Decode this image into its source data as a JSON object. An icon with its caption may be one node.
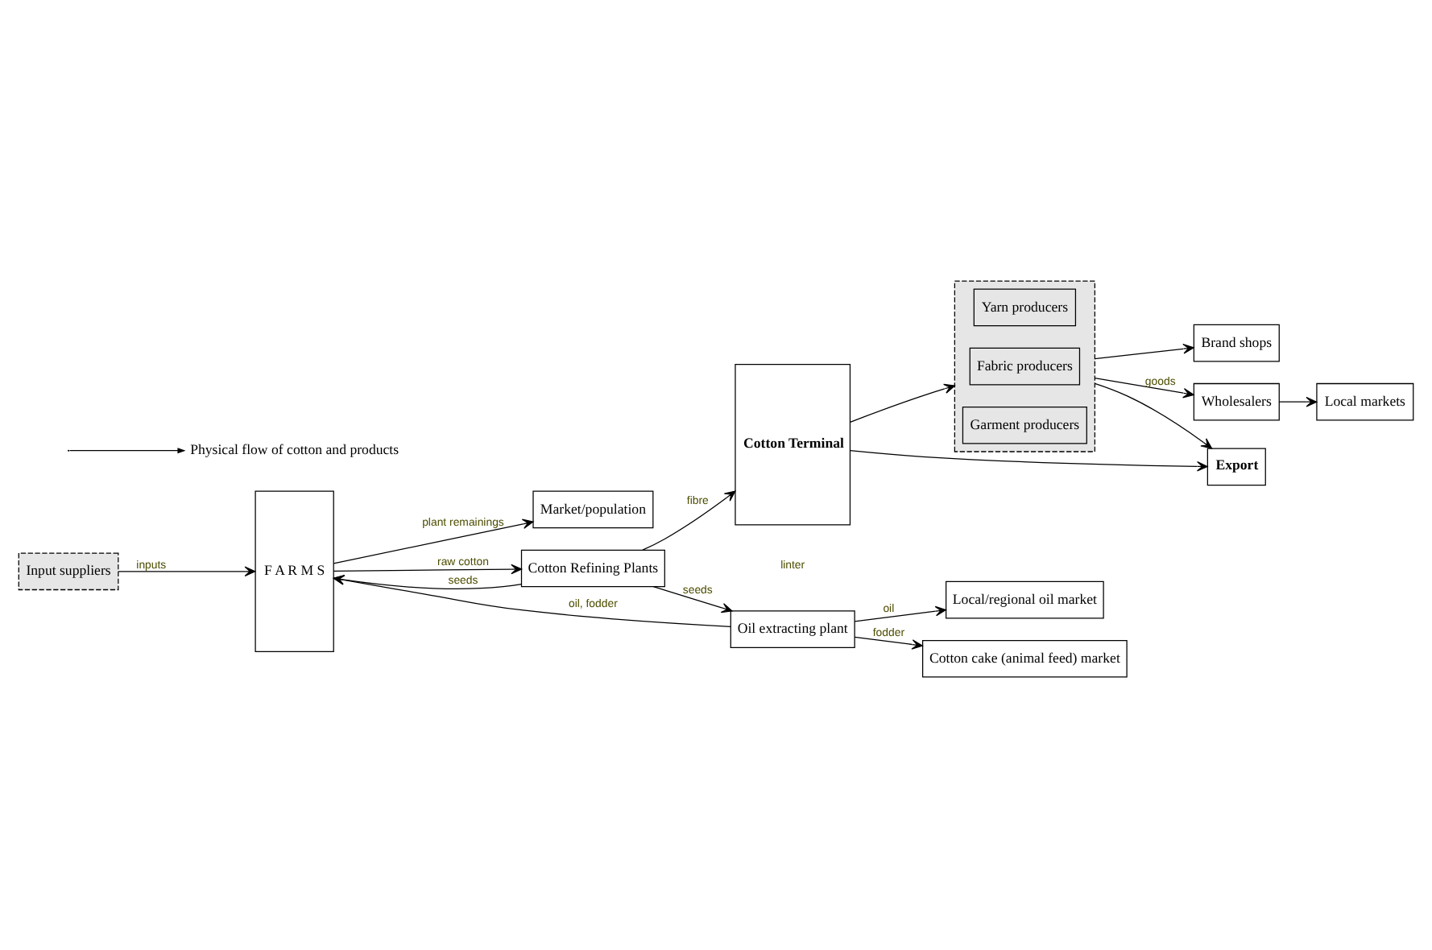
{
  "diagram": {
    "nodes": [
      {
        "text": [
          "Input suppliers"
        ]
      },
      {
        "text": [
          "F A R M S"
        ]
      },
      {
        "text": [
          "Market/population"
        ]
      },
      {
        "text": [
          "Cotton Refining Plants"
        ]
      },
      {
        "text": [
          "Cotton Terminal"
        ]
      },
      {
        "text": [],
        "shape": "box"
      },
      {
        "text": [
          "Yarn producers"
        ],
        "in": 5
      },
      {
        "text": [
          "Fabric producers"
        ],
        "in": 5
      },
      {
        "text": [
          "Garment producers"
        ],
        "in": 5
      },
      {
        "text": [
          "Wholesalers"
        ]
      },
      {
        "text": [
          "Local markets"
        ]
      },
      {
        "text": [
          "Brand shops"
        ]
      },
      {
        "text": [
          "Export"
        ]
      },
      {
        "text": [
          "Oil extracting plant"
        ]
      },
      {
        "text": [
          "Local/regional oil market"
        ]
      },
      {
        "text": [
          "Cotton cake (animal feed) market"
        ]
      }
    ],
    "edges": [
      {
        "from": 0,
        "to": 1,
        "arrow": "to",
        "label": "inputs"
      },
      {
        "from": 1,
        "to": 2,
        "arrow": "to",
        "label": "plant remainings"
      },
      {
        "from": 1,
        "to": 3,
        "arrow": "to",
        "label": "raw cotton"
      },
      {
        "from": 3,
        "to": 1,
        "arrow": "to",
        "label": "seeds"
      },
      {
        "from": 3,
        "to": 4,
        "arrow": "to",
        "label": "fibre"
      },
      {
        "from": 3,
        "to": 13,
        "arrow": "to",
        "label": "seeds"
      },
      {
        "from": 13,
        "to": 1,
        "arrow": "to",
        "label": "oil, fodder"
      },
      {
        "from": 13,
        "to": 14,
        "arrow": "to",
        "label": "oil"
      },
      {
        "from": 13,
        "to": 15,
        "arrow": "to",
        "label": "fodder"
      },
      {
        "from": 4,
        "to": 5,
        "arrow": "to"
      },
      {
        "from": 4,
        "to": 12,
        "arrow": "to"
      },
      {
        "from": 5,
        "to": 9,
        "arrow": "to",
        "label": "goods"
      },
      {
        "from": 5,
        "to": 11,
        "arrow": "to"
      },
      {
        "from": 5,
        "to": 12,
        "arrow": "to"
      },
      {
        "from": 9,
        "to": 10,
        "arrow": "to"
      }
    ],
    "labels": [
      "linter"
    ],
    "legend": [
      {
        "text": "Physical flow of cotton and products"
      }
    ]
  }
}
